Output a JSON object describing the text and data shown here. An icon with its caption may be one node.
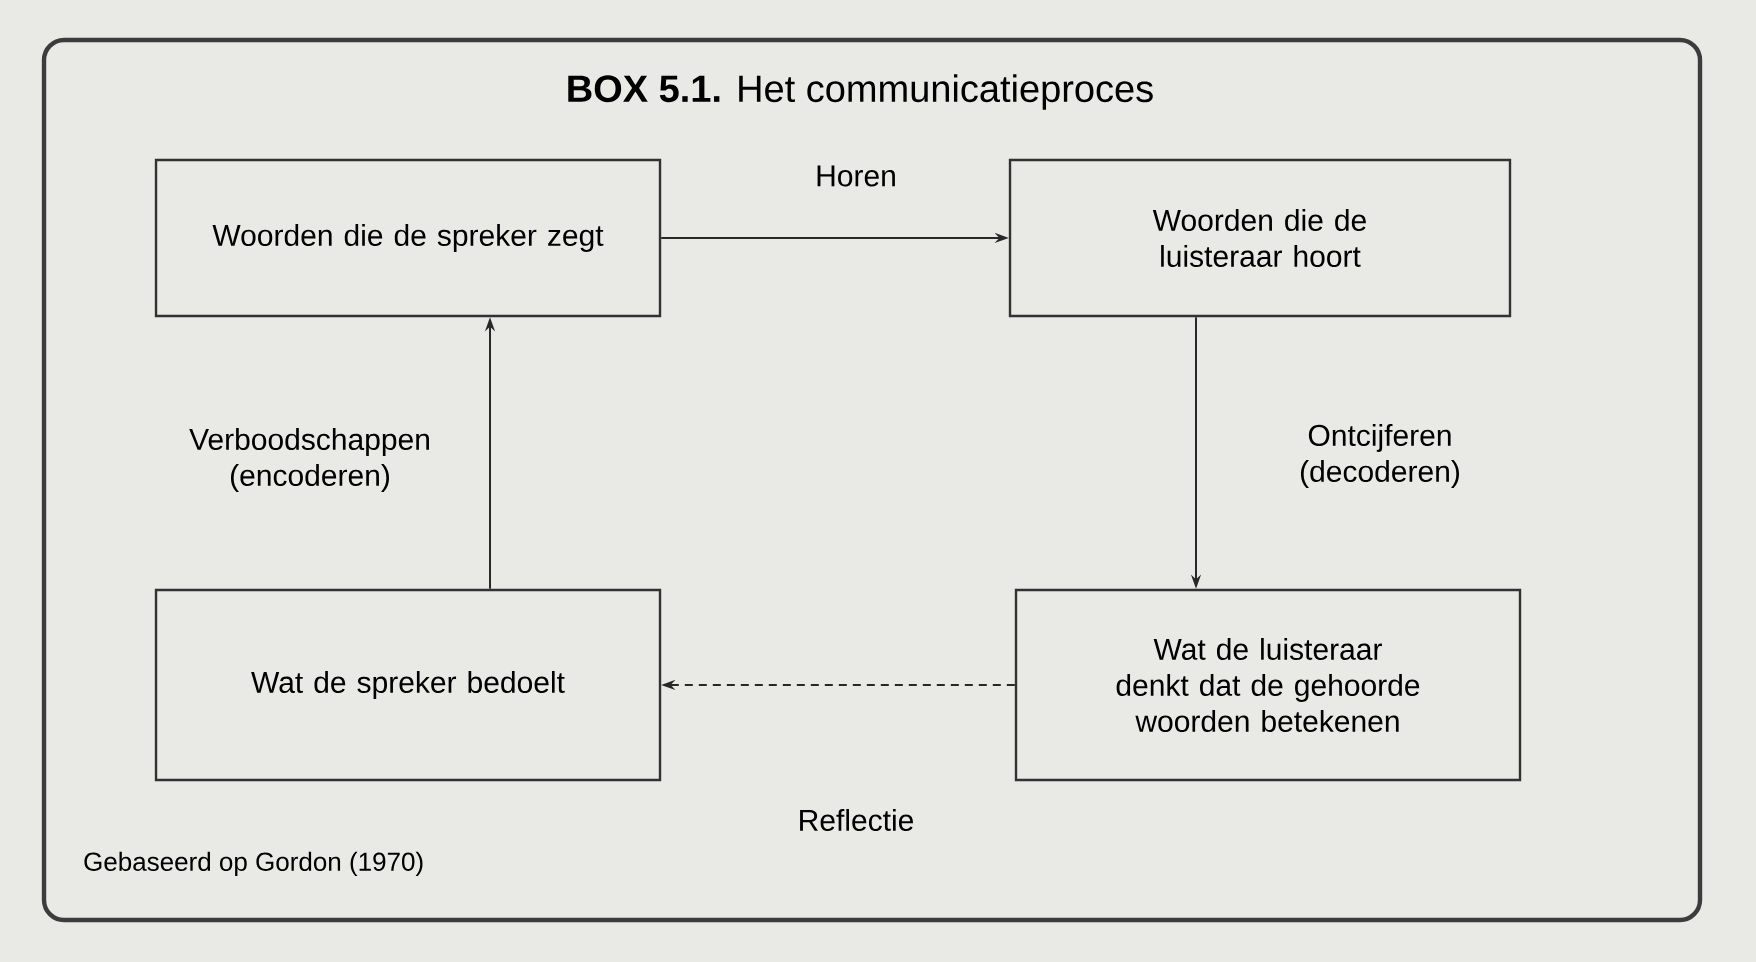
{
  "diagram": {
    "title": "**BOX 5.1.** Het communicatieproces",
    "caption": "Gebaseerd op Gordon (1970)",
    "nodes": [
      {
        "text": [
          "Woorden die de spreker zegt"
        ]
      },
      {
        "text": [
          "Woorden die de luisteraar hoort"
        ]
      },
      {
        "text": [
          "Wat de luisteraar denkt dat de gehoorde woorden betekenen"
        ]
      },
      {
        "text": [
          "Wat de spreker bedoelt"
        ]
      }
    ],
    "edges": [
      {
        "from": 0,
        "to": 1,
        "arrow": "to",
        "label": "Horen"
      },
      {
        "from": 1,
        "to": 2,
        "arrow": "to",
        "label": "Ontcijferen (decoderen)"
      },
      {
        "from": 2,
        "to": 3,
        "arrow": "to",
        "label": "Reflectie",
        "style": "dashed"
      },
      {
        "from": 3,
        "to": 0,
        "arrow": "to",
        "label": "Verboodschappen (encoderen)"
      }
    ]
  }
}
